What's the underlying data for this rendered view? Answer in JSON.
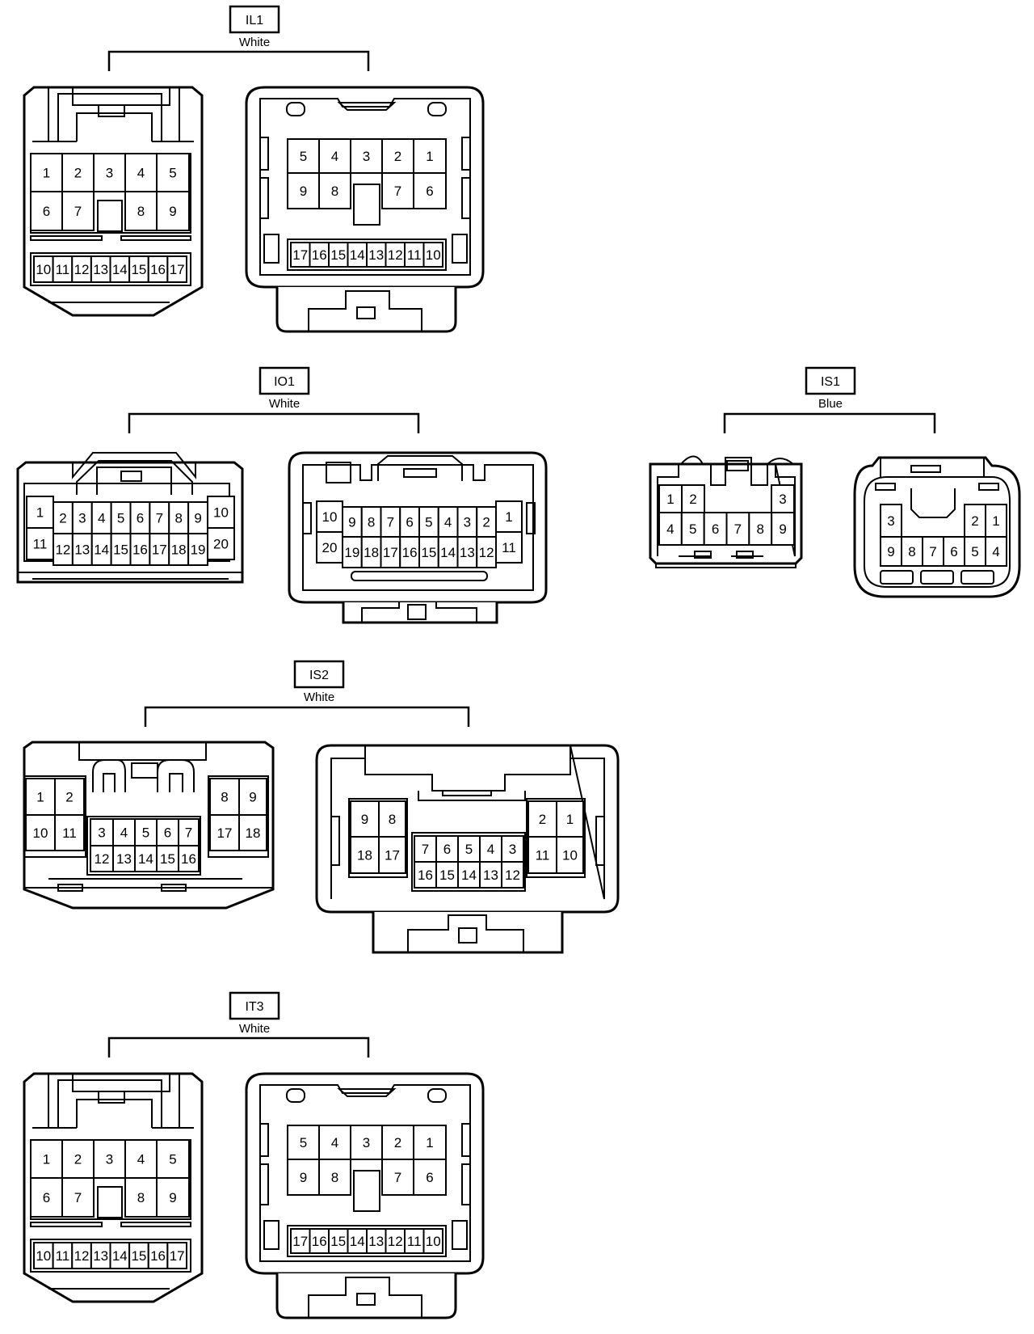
{
  "connectors": [
    {
      "id": "IL1",
      "color": "White",
      "left": {
        "rows": [
          [
            "1",
            "2",
            "3",
            "4",
            "5"
          ],
          [
            "6",
            "7",
            "8",
            "9"
          ],
          [
            "10",
            "11",
            "12",
            "13",
            "14",
            "15",
            "16",
            "17"
          ]
        ]
      },
      "right": {
        "rows": [
          [
            "5",
            "4",
            "3",
            "2",
            "1"
          ],
          [
            "9",
            "8",
            "7",
            "6"
          ],
          [
            "17",
            "16",
            "15",
            "14",
            "13",
            "12",
            "11",
            "10"
          ]
        ]
      }
    },
    {
      "id": "IO1",
      "color": "White",
      "left": {
        "rows": [
          [
            "1",
            "2",
            "3",
            "4",
            "5",
            "6",
            "7",
            "8",
            "9",
            "10"
          ],
          [
            "11",
            "12",
            "13",
            "14",
            "15",
            "16",
            "17",
            "18",
            "19",
            "20"
          ]
        ]
      },
      "right": {
        "rows": [
          [
            "10",
            "9",
            "8",
            "7",
            "6",
            "5",
            "4",
            "3",
            "2",
            "1"
          ],
          [
            "20",
            "19",
            "18",
            "17",
            "16",
            "15",
            "14",
            "13",
            "12",
            "11"
          ]
        ]
      }
    },
    {
      "id": "IS1",
      "color": "Blue",
      "left": {
        "rows": [
          [
            "1",
            "2",
            "3"
          ],
          [
            "4",
            "5",
            "6",
            "7",
            "8",
            "9"
          ]
        ]
      },
      "right": {
        "rows": [
          [
            "3",
            "2",
            "1"
          ],
          [
            "9",
            "8",
            "7",
            "6",
            "5",
            "4"
          ]
        ]
      }
    },
    {
      "id": "IS2",
      "color": "White",
      "left": {
        "rows": [
          [
            "1",
            "2",
            "8",
            "9"
          ],
          [
            "10",
            "11",
            "3",
            "4",
            "5",
            "6",
            "7",
            "17",
            "18"
          ],
          [
            "12",
            "13",
            "14",
            "15",
            "16"
          ]
        ]
      },
      "right": {
        "rows": [
          [
            "9",
            "8",
            "2",
            "1"
          ],
          [
            "18",
            "17",
            "7",
            "6",
            "5",
            "4",
            "3",
            "11",
            "10"
          ],
          [
            "16",
            "15",
            "14",
            "13",
            "12"
          ]
        ]
      }
    },
    {
      "id": "IT3",
      "color": "White",
      "left": {
        "rows": [
          [
            "1",
            "2",
            "3",
            "4",
            "5"
          ],
          [
            "6",
            "7",
            "8",
            "9"
          ],
          [
            "10",
            "11",
            "12",
            "13",
            "14",
            "15",
            "16",
            "17"
          ]
        ]
      },
      "right": {
        "rows": [
          [
            "5",
            "4",
            "3",
            "2",
            "1"
          ],
          [
            "9",
            "8",
            "7",
            "6"
          ],
          [
            "17",
            "16",
            "15",
            "14",
            "13",
            "12",
            "11",
            "10"
          ]
        ]
      }
    }
  ]
}
